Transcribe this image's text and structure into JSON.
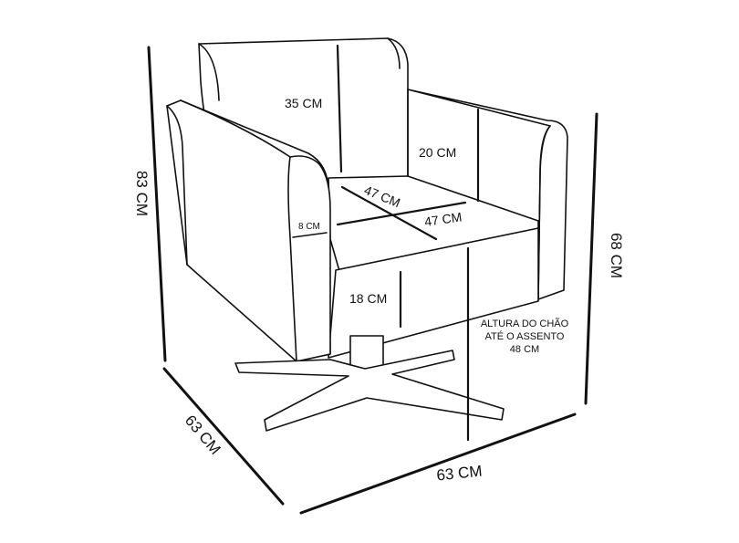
{
  "dimensions": {
    "total_height": "83 CM",
    "depth": "63 CM",
    "width": "63 CM",
    "arm_height": "68 CM",
    "backrest_height": "35 CM",
    "inner_back_height": "20 CM",
    "seat_depth": "47 CM",
    "seat_width": "47 CM",
    "arm_width": "8 CM",
    "base_height": "18 CM",
    "floor_to_seat_lines": [
      "ALTURA DO CHÃO",
      "ATÉ O ASSENTO",
      "48 CM"
    ]
  }
}
